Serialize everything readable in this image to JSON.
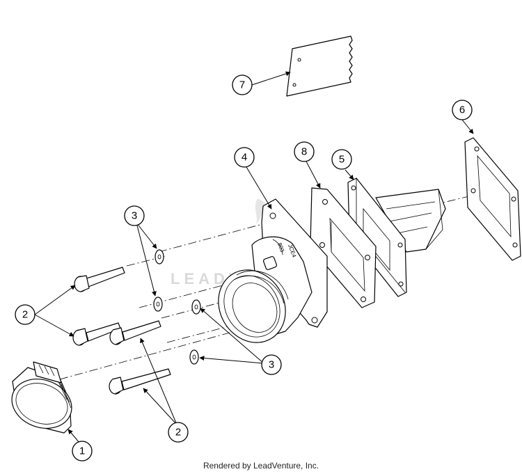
{
  "diagram": {
    "callouts": [
      {
        "label": "1"
      },
      {
        "label": "2"
      },
      {
        "label": "2"
      },
      {
        "label": "3"
      },
      {
        "label": "3"
      },
      {
        "label": "4"
      },
      {
        "label": "5"
      },
      {
        "label": "6"
      },
      {
        "label": "7"
      },
      {
        "label": "8"
      }
    ],
    "watermark": "LEADVENTURE",
    "manifold_marking_1": "803",
    "manifold_marking_2": "JCE4"
  },
  "footer": {
    "text": "Rendered by LeadVenture, Inc."
  }
}
